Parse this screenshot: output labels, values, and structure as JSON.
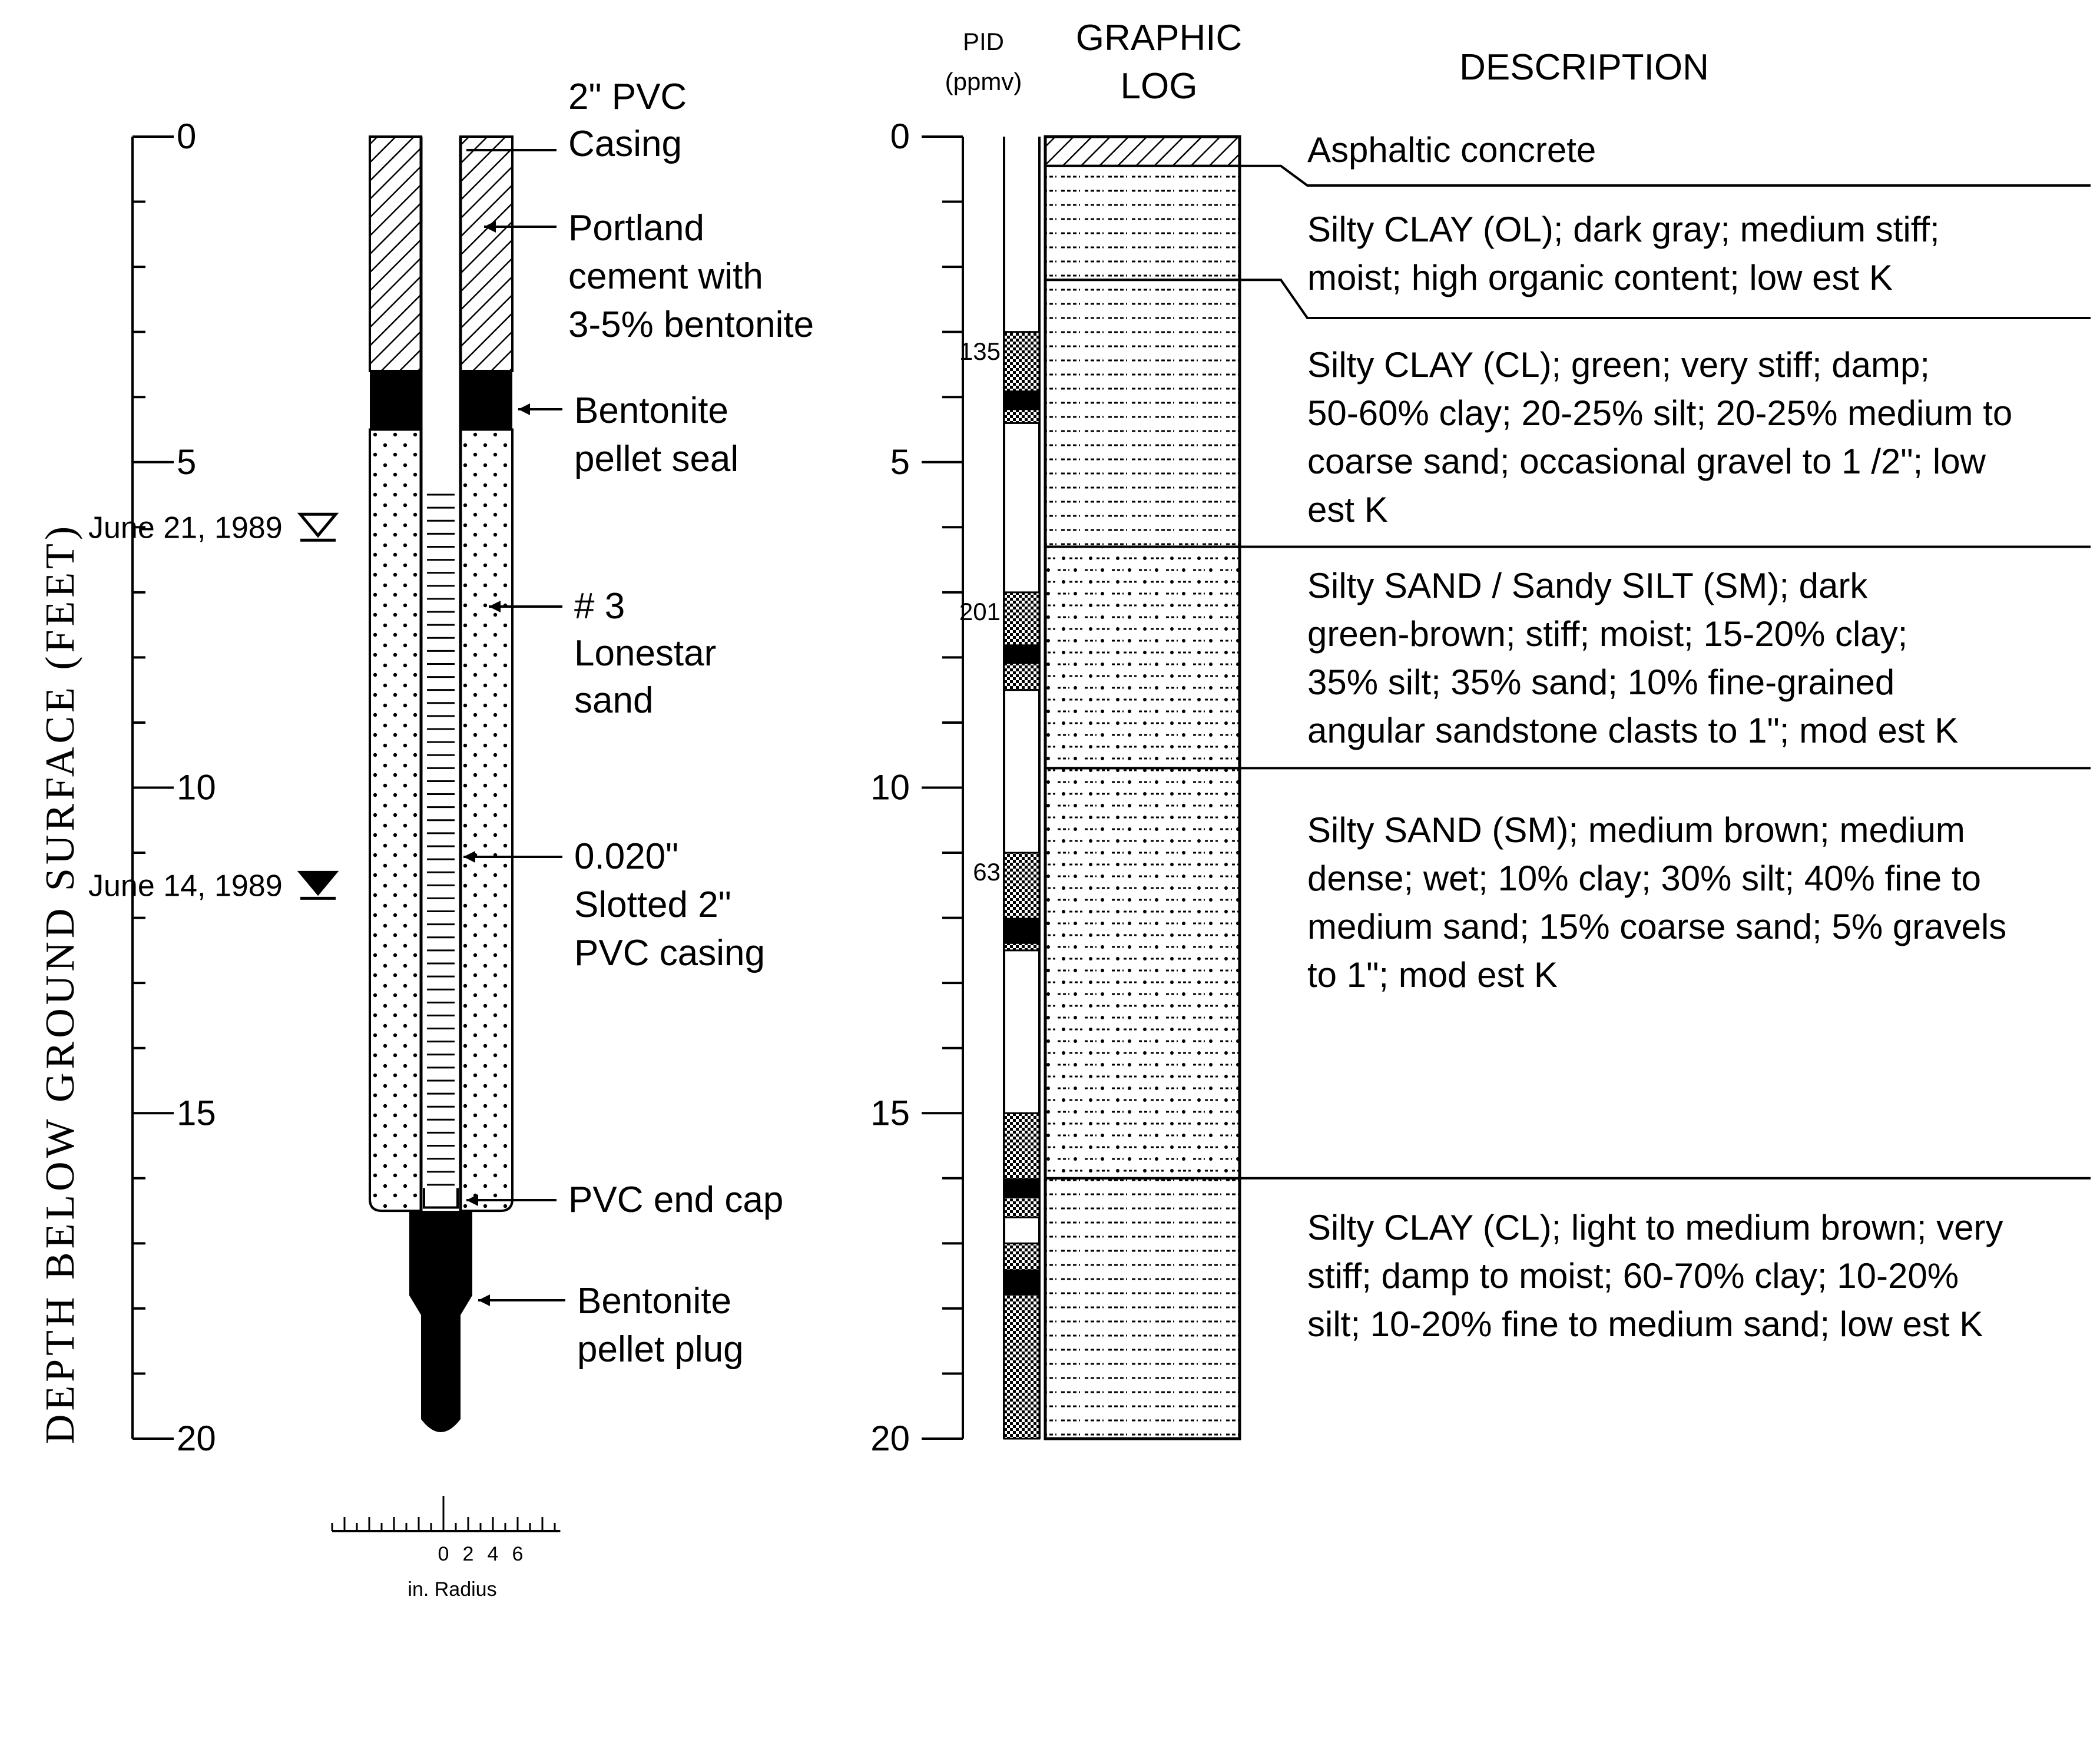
{
  "depth_axis": {
    "title": "DEPTH  BELOW  GROUND  SURFACE  (FEET)",
    "ticks": [
      "0",
      "5",
      "10",
      "15",
      "20"
    ]
  },
  "water_levels": [
    {
      "label": "June 21, 1989",
      "depth_ft": 6.0,
      "symbol": "open-triangle-icon"
    },
    {
      "label": "June 14, 1989",
      "depth_ft": 11.5,
      "symbol": "filled-triangle-icon"
    }
  ],
  "well_construction": {
    "labels": {
      "casing": "2\" PVC\nCasing",
      "grout": "Portland\ncement with\n3-5% bentonite",
      "seal": "Bentonite\npellet seal",
      "sand": "# 3\nLonestar\nsand",
      "screen": "0.020\"\nSlotted  2\"\nPVC casing",
      "endcap": "PVC end cap",
      "plug": "Bentonite\npellet plug"
    },
    "intervals_ft": {
      "grout": [
        0,
        3.6
      ],
      "seal": [
        3.6,
        4.5
      ],
      "sand": [
        4.5,
        16.5
      ],
      "screen": [
        5.5,
        16.2
      ],
      "plug": [
        16.5,
        20
      ]
    },
    "radius_scale": {
      "label": "in. Radius",
      "ticks": [
        "0",
        "2",
        "4",
        "6"
      ]
    }
  },
  "pid": {
    "header": "PID\n(ppmv)",
    "readings": [
      {
        "depth_ft": 3.3,
        "value": "135"
      },
      {
        "depth_ft": 7.3,
        "value": "201"
      },
      {
        "depth_ft": 11.3,
        "value": "63"
      }
    ],
    "samples_ft": [
      [
        3.0,
        4.4
      ],
      [
        7.0,
        8.5
      ],
      [
        11.0,
        12.5
      ],
      [
        15.0,
        16.6
      ],
      [
        17.0,
        20.0
      ]
    ],
    "intact_ft": [
      [
        3.9,
        4.2
      ],
      [
        7.8,
        8.1
      ],
      [
        12.0,
        12.4
      ],
      [
        16.0,
        16.3
      ],
      [
        17.4,
        17.8
      ]
    ]
  },
  "graphic_log": {
    "header": "GRAPHIC\nLOG",
    "axis_ticks": [
      "0",
      "5",
      "10",
      "15",
      "20"
    ]
  },
  "description": {
    "header": "DESCRIPTION",
    "layers": [
      {
        "top_ft": 0,
        "bottom_ft": 0.45,
        "pattern": "hatch",
        "text": "Asphaltic concrete"
      },
      {
        "top_ft": 0.45,
        "bottom_ft": 2.2,
        "pattern": "dash",
        "text": "Silty CLAY (OL); dark gray; medium stiff;\nmoist; high organic content; low est K"
      },
      {
        "top_ft": 2.2,
        "bottom_ft": 6.3,
        "pattern": "dash",
        "text": "Silty CLAY (CL); green; very stiff; damp;\n50-60% clay; 20-25% silt; 20-25% medium to\ncoarse sand; occasional gravel to 1 /2\"; low\nest K"
      },
      {
        "top_ft": 6.3,
        "bottom_ft": 9.7,
        "pattern": "dot",
        "text": "Silty SAND / Sandy SILT (SM); dark\ngreen-brown; stiff; moist; 15-20% clay;\n35% silt; 35% sand; 10% fine-grained\nangular sandstone clasts to 1\"; mod est K"
      },
      {
        "top_ft": 9.7,
        "bottom_ft": 16.0,
        "pattern": "dot",
        "text": "Silty SAND (SM); medium brown; medium\ndense; wet; 10% clay; 30% silt; 40% fine to\nmedium sand; 15% coarse sand; 5% gravels\nto 1\"; mod est K"
      },
      {
        "top_ft": 16.0,
        "bottom_ft": 20.0,
        "pattern": "dash",
        "text": "Silty CLAY (CL); light to medium brown; very\nstiff; damp to moist; 60-70% clay; 10-20%\nsilt; 10-20% fine to medium sand; low est K"
      }
    ]
  }
}
